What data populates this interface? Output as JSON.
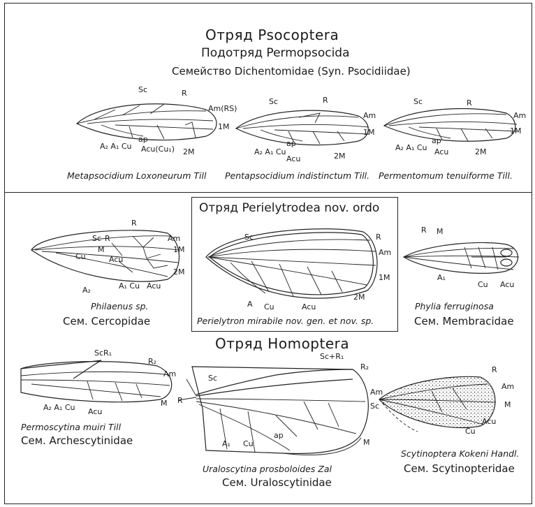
{
  "psocoptera": {
    "order": "Отряд Psocoptera",
    "suborder": "Подотряд Permopsocida",
    "family": "Семейство Dichentomidae (Syn. Psocidiidae)",
    "wing1": {
      "caption": "Metapsocidium Loxoneurum Till",
      "labels": [
        "Sc",
        "R",
        "Am(RS)",
        "1M",
        "ap",
        "A₂ A₁ Cu",
        "Acu(Cu₁)",
        "2M"
      ]
    },
    "wing2": {
      "caption": "Pentapsocidium indistinctum Till.",
      "labels": [
        "Sc",
        "R",
        "Am",
        "1M",
        "ap",
        "A₂ A₁ Cu",
        "Acu",
        "2M"
      ]
    },
    "wing3": {
      "caption": "Permentomum tenuiforme Till.",
      "labels": [
        "Sc",
        "R",
        "Am",
        "1M",
        "ap",
        "A₂ A₁ Cu",
        "Acu",
        "2M"
      ]
    }
  },
  "perielytrodea": {
    "order": "Отряд Perielytrodea nov. ordo",
    "caption": "Perielytron mirabile nov. gen. et nov. sp.",
    "labels": [
      "Sc",
      "R",
      "Am",
      "1M",
      "2M",
      "A",
      "Cu",
      "Acu"
    ]
  },
  "cercopidae": {
    "caption": "Philaenus sp.",
    "family": "Сем. Cercopidae",
    "labels": [
      "Sc",
      "R",
      "R",
      "Am",
      "M",
      "1M",
      "Cu",
      "Acu",
      "2M",
      "A₂",
      "A₁ Cu",
      "Acu"
    ]
  },
  "membracidae": {
    "caption": "Phylia ferruginosa",
    "family": "Сем. Membracidae",
    "labels": [
      "R",
      "M",
      "A₁",
      "Cu",
      "Acu"
    ]
  },
  "homoptera": {
    "order": "Отряд Homoptera"
  },
  "archescytinidae": {
    "caption": "Permoscytina muiri Till",
    "family": "Сем. Archescytinidae",
    "labels": [
      "ScR₁",
      "R₂",
      "Am",
      "M",
      "A₂ A₁ Cu",
      "Acu"
    ]
  },
  "uraloscytinidae": {
    "caption": "Uraloscytina prosboloides Zal",
    "family": "Сем. Uraloscytinidae",
    "labels": [
      "Sc+R₁",
      "R₂",
      "Sc",
      "R",
      "Am",
      "M",
      "ap",
      "A₁",
      "Cu"
    ]
  },
  "scytinopteridae": {
    "caption": "Scytinoptera Kokeni Handl.",
    "family": "Сем. Scytinopteridae",
    "labels": [
      "R",
      "Am",
      "M",
      "Sc",
      "Acu",
      "Cu"
    ]
  }
}
